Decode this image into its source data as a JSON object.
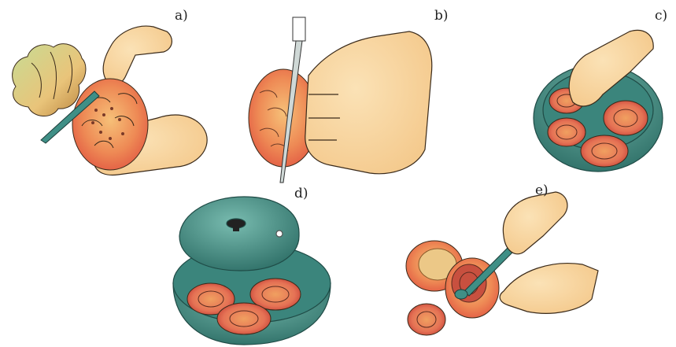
{
  "steps": [
    {
      "id": "a",
      "label": "a)"
    },
    {
      "id": "b",
      "label": "b)"
    },
    {
      "id": "c",
      "label": "c)"
    },
    {
      "id": "d",
      "label": "d)"
    },
    {
      "id": "e",
      "label": "e)"
    }
  ],
  "colors": {
    "skin": "#f8d9a6",
    "skin_outline": "#3a2a1a",
    "teal": "#3f8f86",
    "teal_dark": "#2c6e67",
    "fruit_red": "#e8684a",
    "fruit_orange": "#f2a56a",
    "fruit_yellow": "#e9d98a",
    "green_leaf": "#b9d48a",
    "brown_leaf": "#b98a3e"
  },
  "icons": [
    "hand-icon",
    "knife-icon",
    "bowl-icon",
    "lid-icon",
    "fruit-icon",
    "spoon-icon"
  ]
}
